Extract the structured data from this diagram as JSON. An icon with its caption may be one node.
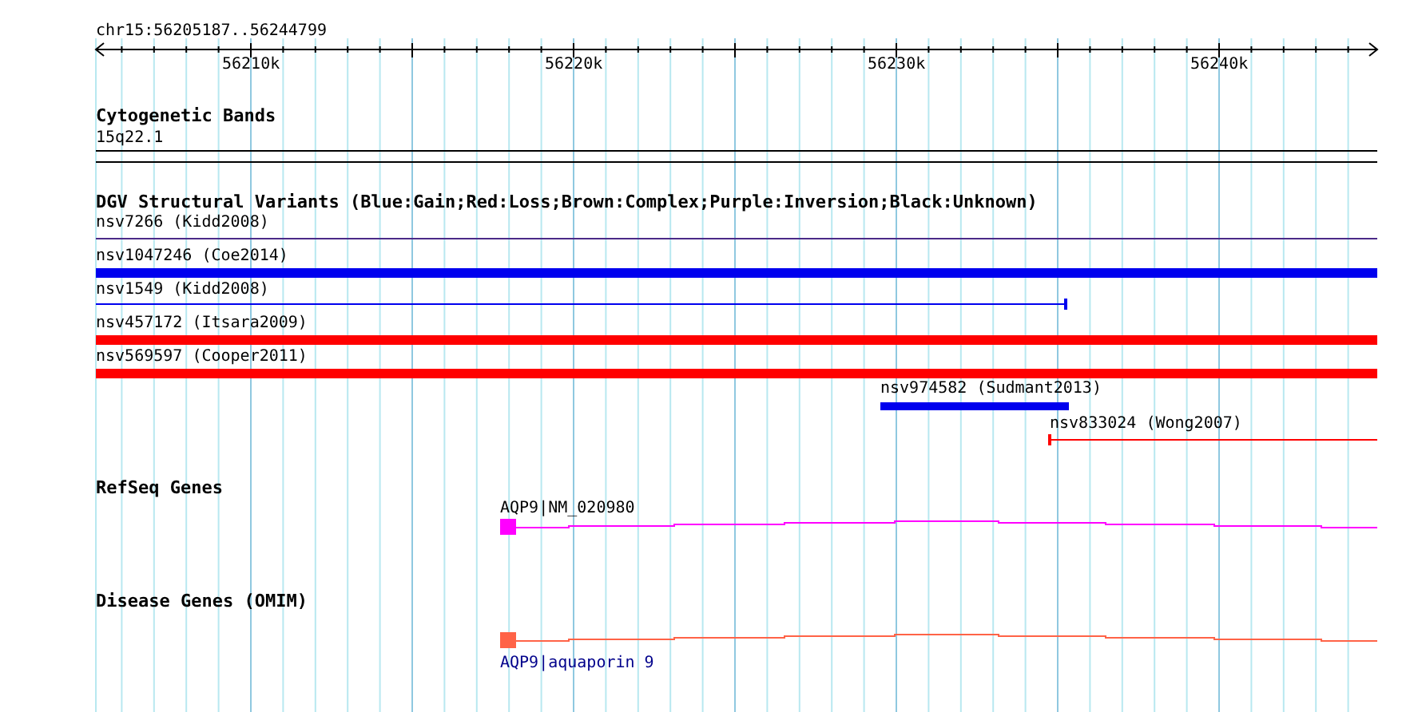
{
  "diagram": {
    "labels": [
      "chr15:56205187..56244799",
      "56210k",
      "56220k",
      "56230k",
      "56240k",
      "Cytogenetic Bands",
      "15q22.1",
      "DGV Structural Variants (Blue:Gain;Red:Loss;Brown:Complex;Purple:Inversion;Black:Unknown)",
      "nsv7266 (Kidd2008)",
      "nsv1047246 (Coe2014)",
      "nsv1549 (Kidd2008)",
      "nsv457172 (Itsara2009)",
      "nsv569597 (Cooper2011)",
      "nsv974582 (Sudmant2013)",
      "nsv833024 (Wong2007)",
      "RefSeq Genes",
      "AQP9|NM_020980",
      "Disease Genes (OMIM)",
      "AQP9|aquaporin 9"
    ]
  }
}
